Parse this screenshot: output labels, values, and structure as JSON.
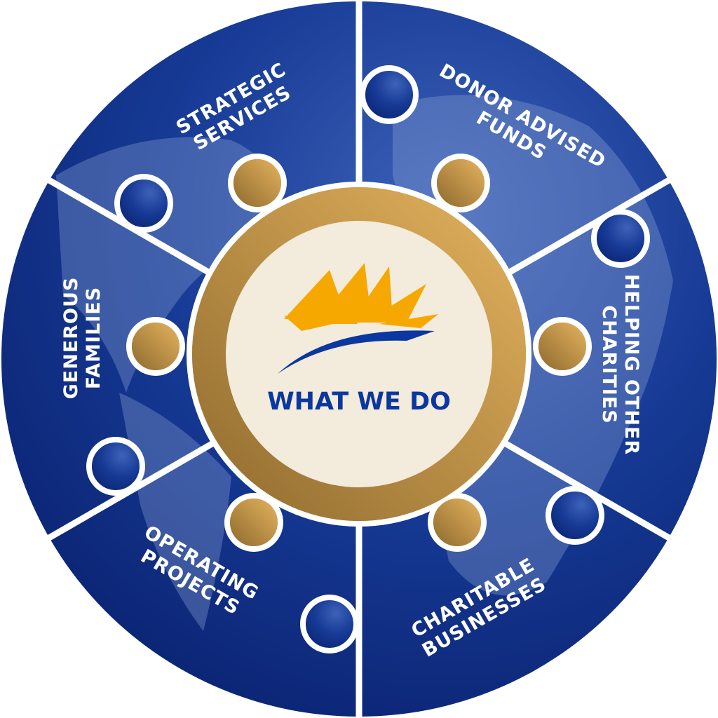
{
  "title": "WHAT WE DO",
  "segments": [
    {
      "line1": "STRATEGIC",
      "line2": "SERVICES"
    },
    {
      "line1": "DONOR ADVISED",
      "line2": "FUNDS"
    },
    {
      "line1": "HELPING OTHER",
      "line2": "CHARITIES"
    },
    {
      "line1": "CHARITABLE",
      "line2": "BUSINESSES"
    },
    {
      "line1": "OPERATING",
      "line2": "PROJECTS"
    },
    {
      "line1": "GENEROUS",
      "line2": "FAMILIES"
    }
  ],
  "colors": {
    "blue": "#0c2a7a",
    "gold": "#c99a4a",
    "cream": "#f3ebdc",
    "sun": "#f6a800",
    "logo_blue": "#0a37a0"
  }
}
